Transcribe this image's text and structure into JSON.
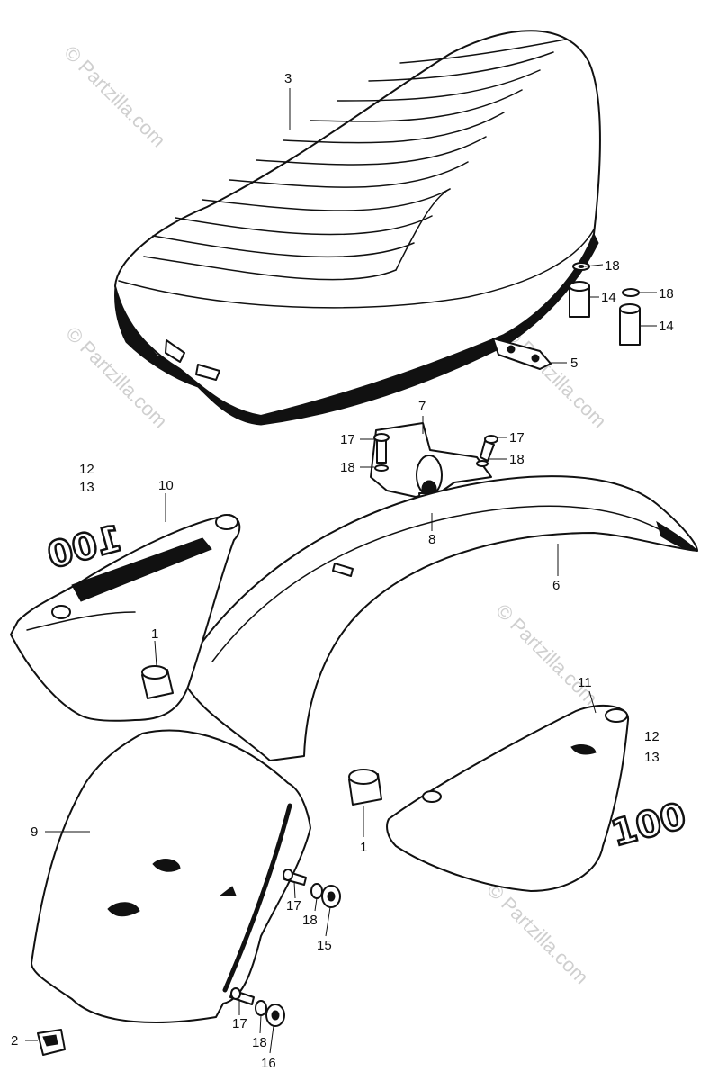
{
  "watermark": "© Partzilla.com",
  "emblem_text": "100",
  "footer_fineprint": "",
  "callouts": [
    "3",
    "18",
    "14",
    "18",
    "14",
    "5",
    "7",
    "17",
    "17",
    "18",
    "18",
    "8",
    "6",
    "12",
    "13",
    "10",
    "1",
    "11",
    "12",
    "13",
    "9",
    "1",
    "17",
    "18",
    "15",
    "17",
    "18",
    "16",
    "2"
  ]
}
